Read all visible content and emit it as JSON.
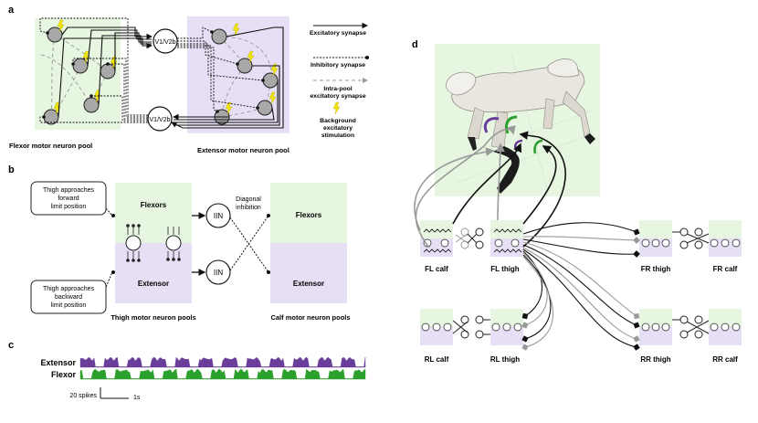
{
  "panels": {
    "a": {
      "letter": "a",
      "node_v1v2b_top": "V1/V2b",
      "node_v1v2b_bottom": "V1/V2b",
      "flexor_pool_label": "Flexor motor neuron pool",
      "extensor_pool_label": "Extensor motor neuron pool",
      "legend": {
        "excitatory": "Excitatory synapse",
        "inhibitory": "Inhibitory synapse",
        "intra_pool_1": "Intra-pool",
        "intra_pool_2": "excitatory synapse",
        "background_1": "Background",
        "background_2": "excitatory",
        "background_3": "stimulation"
      }
    },
    "b": {
      "letter": "b",
      "box_forward": [
        "Thigh approaches",
        "forward",
        "limit position"
      ],
      "box_backward": [
        "Thigh approaches",
        "backward",
        "limit position"
      ],
      "flexors": "Flexors",
      "extensor": "Extensor",
      "iin_top": "IIN",
      "iin_bottom": "IIN",
      "diagonal_1": "Diagonal",
      "diagonal_2": "inhibition",
      "calf_flexors": "Flexors",
      "calf_extensor": "Extensor",
      "thigh_pools_label": "Thigh motor neuron pools",
      "calf_pools_label": "Calf motor neuron pools"
    },
    "c": {
      "letter": "c",
      "extensor_label": "Extensor",
      "flexor_label": "Flexor",
      "scale_spikes": "20 spikes",
      "scale_time": "1s"
    },
    "d": {
      "letter": "d",
      "fl_calf": "FL calf",
      "fl_thigh": "FL thigh",
      "fr_thigh": "FR thigh",
      "fr_calf": "FR calf",
      "rl_calf": "RL calf",
      "rl_thigh": "RL thigh",
      "rr_thigh": "RR thigh",
      "rr_calf": "RR calf"
    }
  },
  "colors": {
    "flexor_bg": "#e6f6e1",
    "extensor_bg": "#e7dff5",
    "extensor_trace": "#6a3d9a",
    "flexor_trace": "#2ca02c",
    "neuron_fill": "#a8a8a8",
    "stim_yellow": "#f2e600",
    "gray_arrow": "#9a9a9a"
  }
}
